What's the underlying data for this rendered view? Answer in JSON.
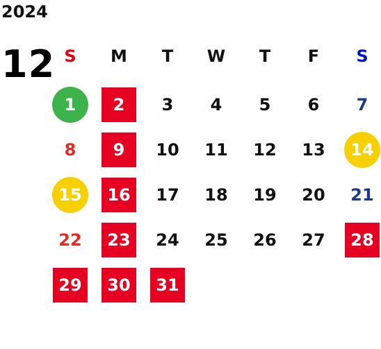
{
  "calendar": {
    "year": "2024",
    "month": "12",
    "weekdays": [
      "S",
      "M",
      "T",
      "W",
      "T",
      "F",
      "S"
    ],
    "colors": {
      "sunday_header": "#e60012",
      "saturday_header": "#0014c8",
      "sunday_text": "#e52a20",
      "saturday_text": "#1c3a8c",
      "closed_box": "#e60021",
      "green_circle": "#3cb44b",
      "yellow_circle": "#f7d000"
    },
    "legend_note": "Red squares, green circle and yellow circles are date markers (no legend shown).",
    "weeks": [
      [
        {
          "day": "1",
          "mark": "green-circle"
        },
        {
          "day": "2",
          "mark": "red-box"
        },
        {
          "day": "3",
          "mark": ""
        },
        {
          "day": "4",
          "mark": ""
        },
        {
          "day": "5",
          "mark": ""
        },
        {
          "day": "6",
          "mark": ""
        },
        {
          "day": "7",
          "mark": ""
        }
      ],
      [
        {
          "day": "8",
          "mark": ""
        },
        {
          "day": "9",
          "mark": "red-box"
        },
        {
          "day": "10",
          "mark": ""
        },
        {
          "day": "11",
          "mark": ""
        },
        {
          "day": "12",
          "mark": ""
        },
        {
          "day": "13",
          "mark": ""
        },
        {
          "day": "14",
          "mark": "yellow-circle"
        }
      ],
      [
        {
          "day": "15",
          "mark": "yellow-circle"
        },
        {
          "day": "16",
          "mark": "red-box"
        },
        {
          "day": "17",
          "mark": ""
        },
        {
          "day": "18",
          "mark": ""
        },
        {
          "day": "19",
          "mark": ""
        },
        {
          "day": "20",
          "mark": ""
        },
        {
          "day": "21",
          "mark": ""
        }
      ],
      [
        {
          "day": "22",
          "mark": ""
        },
        {
          "day": "23",
          "mark": "red-box"
        },
        {
          "day": "24",
          "mark": ""
        },
        {
          "day": "25",
          "mark": ""
        },
        {
          "day": "26",
          "mark": ""
        },
        {
          "day": "27",
          "mark": ""
        },
        {
          "day": "28",
          "mark": "red-box"
        }
      ],
      [
        {
          "day": "29",
          "mark": "red-box"
        },
        {
          "day": "30",
          "mark": "red-box"
        },
        {
          "day": "31",
          "mark": "red-box"
        }
      ]
    ]
  }
}
